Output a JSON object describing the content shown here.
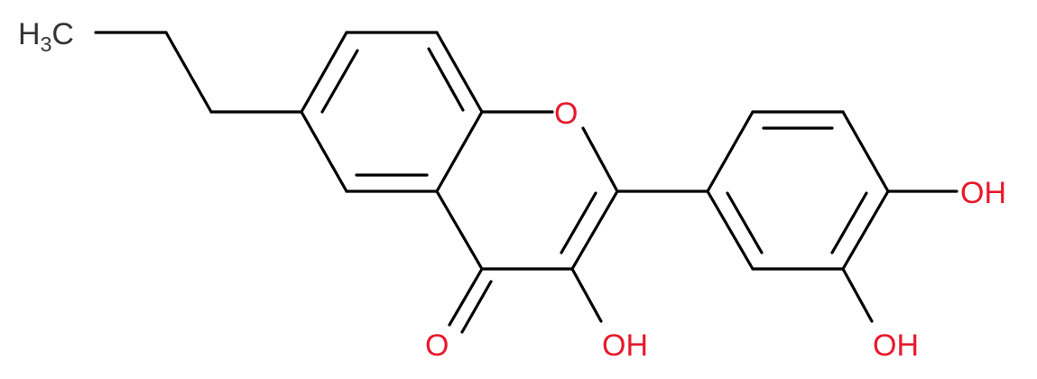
{
  "molecule": {
    "atom_labels": {
      "methyl": {
        "main": "H",
        "sub": "3",
        "tail": "C"
      },
      "ring_oxygen": "O",
      "carbonyl_oxygen": "O",
      "hydroxyl_3": "OH",
      "hydroxyl_3prime": "OH",
      "hydroxyl_4prime": "OH"
    },
    "colors": {
      "bond": "#000000",
      "oxygen": "#e8192b",
      "carbon_label": "#333333",
      "background": "#ffffff"
    }
  }
}
